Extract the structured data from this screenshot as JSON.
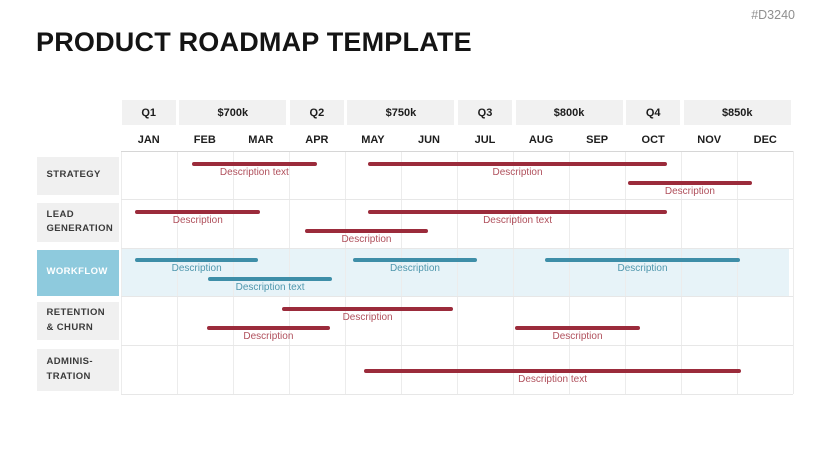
{
  "page": {
    "stamp": "#D3240",
    "title": "PRODUCT ROADMAP TEMPLATE"
  },
  "colors": {
    "bar_red": "#9b2b3b",
    "bar_teal": "#3e8ea8",
    "label_red": "#b0505c",
    "label_teal": "#4f97ad",
    "highlight_box": "#8ecadd",
    "highlight_box_text": "#ffffff",
    "highlight_band": "#e7f3f8",
    "header_cell_bg": "#f1f1f1",
    "sidebar_cell_bg": "#f0f0f0",
    "stamp_text": "#8f8f8f"
  },
  "chart_data": {
    "type": "bar",
    "subtype": "gantt_roadmap",
    "title": "PRODUCT ROADMAP TEMPLATE",
    "axis_note": "bar start/end in month units: 0 = start of JAN, 12 = end of DEC",
    "legend": "none",
    "months": [
      "JAN",
      "FEB",
      "MAR",
      "APR",
      "MAY",
      "JUN",
      "JUL",
      "AUG",
      "SEP",
      "OCT",
      "NOV",
      "DEC"
    ],
    "quarters": [
      {
        "label": "Q1",
        "budget": "$700k"
      },
      {
        "label": "Q2",
        "budget": "$750k"
      },
      {
        "label": "Q3",
        "budget": "$800k"
      },
      {
        "label": "Q4",
        "budget": "$850k"
      }
    ],
    "rows": [
      {
        "label": "STRATEGY",
        "display_label": "STRATEGY",
        "highlighted": false,
        "bars": [
          {
            "start": 1.27,
            "end": 3.5,
            "lane": 0,
            "label": "Description text",
            "color": "red"
          },
          {
            "start": 4.41,
            "end": 9.75,
            "lane": 0,
            "label": "Description",
            "color": "red"
          },
          {
            "start": 9.05,
            "end": 11.26,
            "lane": 1,
            "label": "Description",
            "color": "red"
          }
        ]
      },
      {
        "label": "LEAD GENERATION",
        "display_label": "LEAD\nGENERATION",
        "highlighted": false,
        "bars": [
          {
            "start": 0.26,
            "end": 2.49,
            "lane": 0,
            "label": "Description",
            "color": "red"
          },
          {
            "start": 4.41,
            "end": 9.75,
            "lane": 0,
            "label": "Description text",
            "color": "red"
          },
          {
            "start": 3.29,
            "end": 5.48,
            "lane": 1,
            "label": "Description",
            "color": "red"
          }
        ]
      },
      {
        "label": "WORKFLOW",
        "display_label": "WORKFLOW",
        "highlighted": true,
        "bars": [
          {
            "start": 0.26,
            "end": 2.45,
            "lane": 0,
            "label": "Description",
            "color": "teal"
          },
          {
            "start": 1.56,
            "end": 3.77,
            "lane": 1,
            "label": "Description text",
            "color": "teal"
          },
          {
            "start": 4.14,
            "end": 6.36,
            "lane": 0,
            "label": "Description",
            "color": "teal"
          },
          {
            "start": 7.57,
            "end": 11.05,
            "lane": 0,
            "label": "Description",
            "color": "teal"
          }
        ]
      },
      {
        "label": "RETENTION & CHURN",
        "display_label": "RETENTION\n& CHURN",
        "highlighted": false,
        "bars": [
          {
            "start": 2.88,
            "end": 5.93,
            "lane": 0,
            "label": "Description",
            "color": "red"
          },
          {
            "start": 1.54,
            "end": 3.73,
            "lane": 1,
            "label": "Description",
            "color": "red"
          },
          {
            "start": 7.03,
            "end": 9.27,
            "lane": 1,
            "label": "Description",
            "color": "red"
          }
        ]
      },
      {
        "label": "ADMINISTRATION",
        "display_label": "ADMINIS-\nTRATION",
        "highlighted": false,
        "bars": [
          {
            "start": 4.34,
            "end": 11.07,
            "lane": "mid",
            "label": "Description text",
            "color": "red"
          }
        ]
      }
    ]
  }
}
